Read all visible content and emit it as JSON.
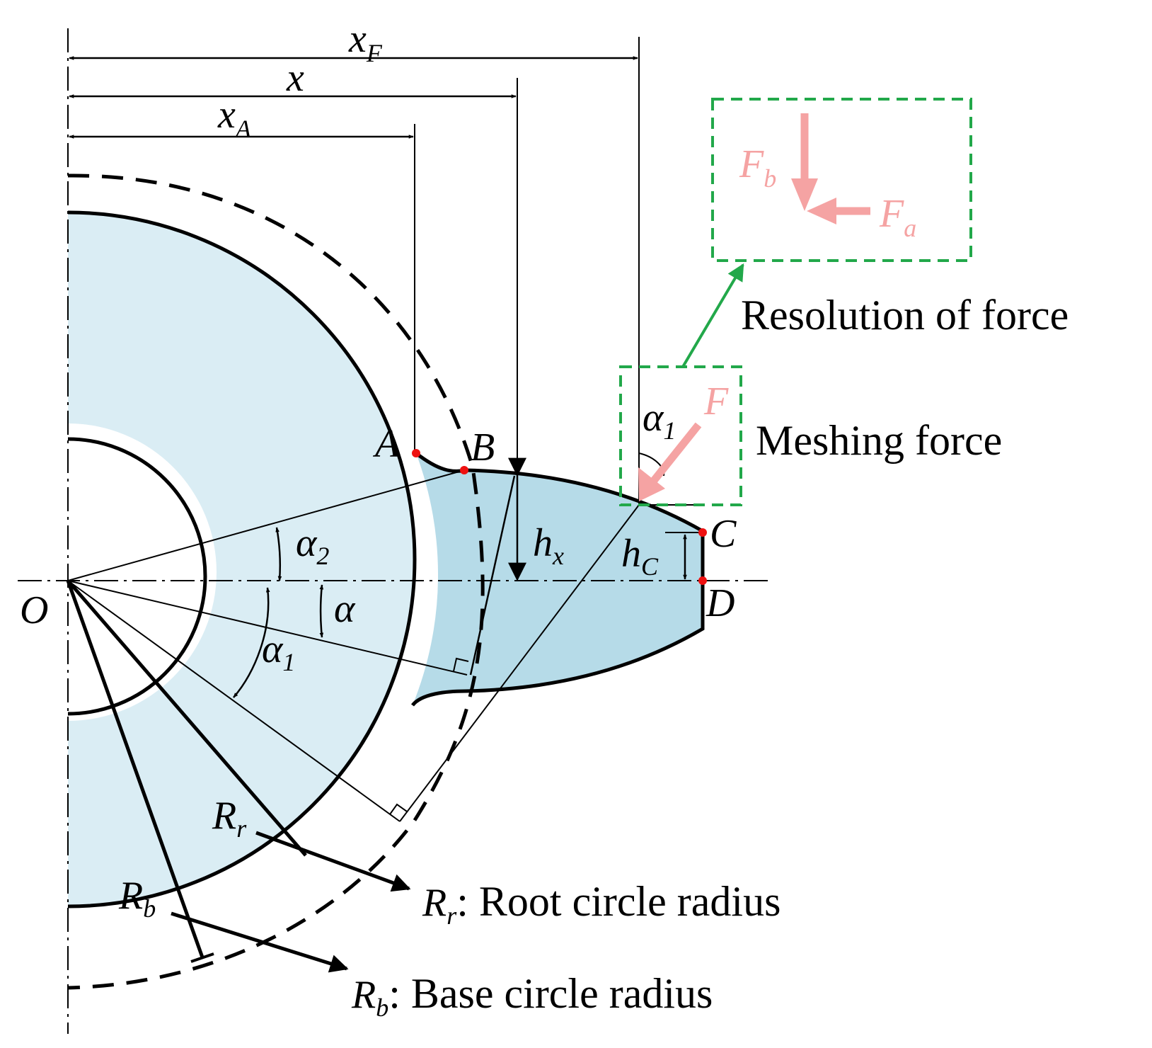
{
  "labels": {
    "xF": "x",
    "xF_sub": "F",
    "x": "x",
    "xA": "x",
    "xA_sub": "A",
    "A": "A",
    "B": "B",
    "C": "C",
    "D": "D",
    "O": "O",
    "hx": "h",
    "hx_sub": "x",
    "hC": "h",
    "hC_sub": "C",
    "alpha": "α",
    "alpha1": "α",
    "alpha1_sub": "1",
    "alpha2": "α",
    "alpha2_sub": "2",
    "alpha1_top": "α",
    "alpha1_top_sub": "1",
    "Rr": "R",
    "Rr_sub": "r",
    "Rb": "R",
    "Rb_sub": "b",
    "F": "F",
    "Fa": "F",
    "Fa_sub": "a",
    "Fb": "F",
    "Fb_sub": "b"
  },
  "text": {
    "resolution": "Resolution of force",
    "meshing": "Meshing force",
    "root_text": ": Root circle radius",
    "base_text": ": Base circle radius"
  },
  "colors": {
    "fill_body": "#daedf4",
    "fill_tooth": "#b6dbe8",
    "force": "#f5a3a3",
    "green": "#22a84a",
    "point": "#ee1111"
  }
}
